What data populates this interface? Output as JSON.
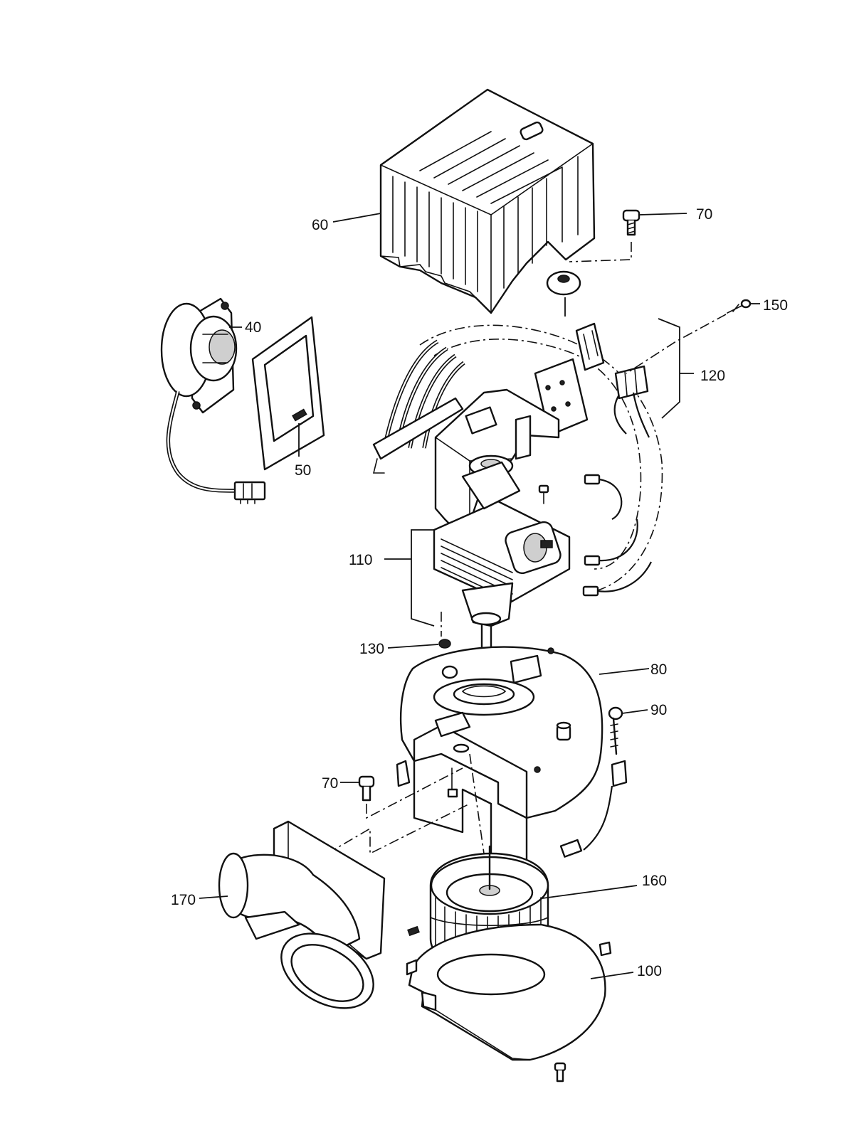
{
  "labels": {
    "p60": "60",
    "p70_top": "70",
    "p40": "40",
    "p150": "150",
    "p120": "120",
    "p50": "50",
    "p110": "110",
    "p130": "130",
    "p80": "80",
    "p90": "90",
    "p70_bottom": "70",
    "p160": "160",
    "p170": "170",
    "p100": "100"
  }
}
